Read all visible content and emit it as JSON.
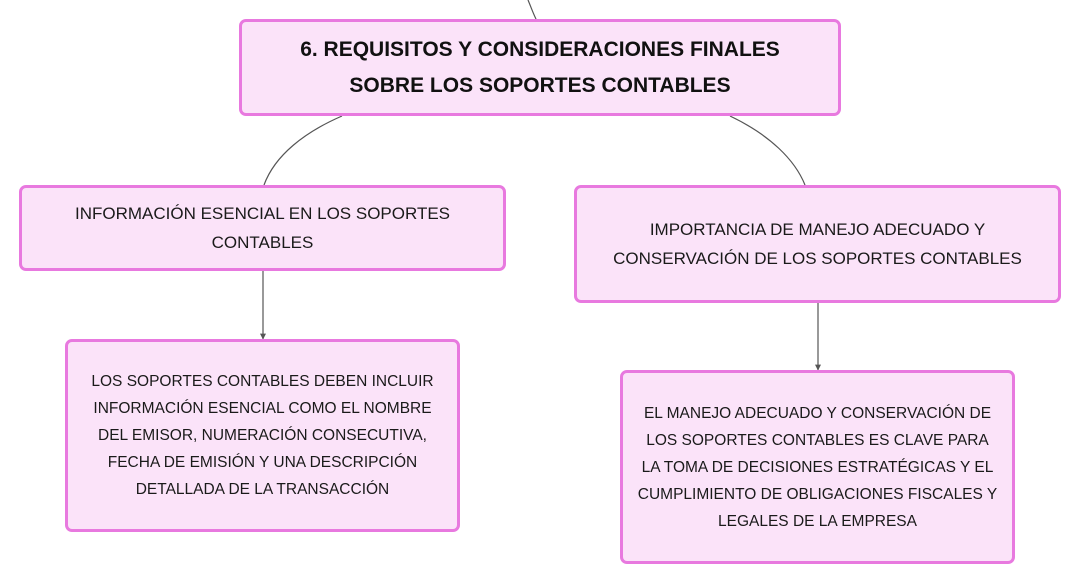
{
  "colors": {
    "node_fill": "#fbe3f9",
    "node_border": "#e879df",
    "connector": "#555555"
  },
  "nodes": {
    "main": {
      "text": "6. REQUISITOS Y CONSIDERACIONES FINALES SOBRE LOS SOPORTES CONTABLES"
    },
    "info_esencial": {
      "text": "INFORMACIÓN ESENCIAL EN LOS SOPORTES CONTABLES"
    },
    "importancia": {
      "text": "IMPORTANCIA DE MANEJO ADECUADO Y CONSERVACIÓN DE LOS SOPORTES CONTABLES"
    },
    "info_detalle": {
      "text": "LOS SOPORTES CONTABLES DEBEN INCLUIR INFORMACIÓN ESENCIAL COMO EL NOMBRE DEL EMISOR, NUMERACIÓN CONSECUTIVA, FECHA DE EMISIÓN Y UNA DESCRIPCIÓN DETALLADA DE LA TRANSACCIÓN"
    },
    "importancia_detalle": {
      "text": "EL MANEJO ADECUADO Y CONSERVACIÓN DE LOS SOPORTES CONTABLES ES CLAVE PARA LA TOMA DE DECISIONES ESTRATÉGICAS Y EL CUMPLIMIENTO DE OBLIGACIONES FISCALES Y LEGALES DE LA EMPRESA"
    }
  }
}
